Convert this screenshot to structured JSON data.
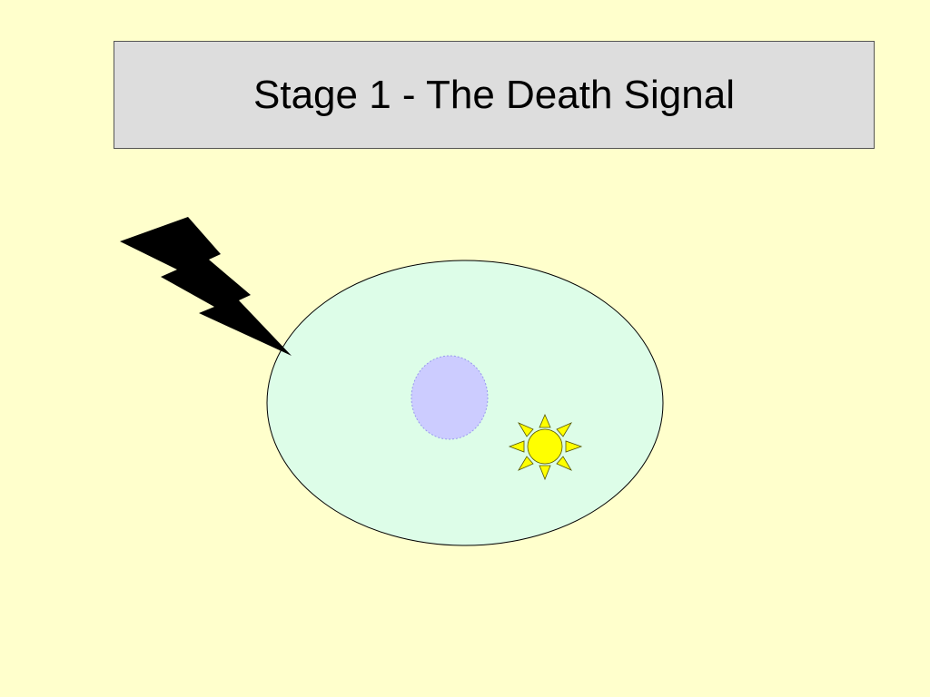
{
  "slide": {
    "title": "Stage 1 - The Death Signal"
  },
  "colors": {
    "background": "#ffffcc",
    "title_fill": "#dddddd",
    "title_border": "#555555",
    "cell_fill": "#ddfde8",
    "nucleus_fill": "#ccccff",
    "sun_fill": "#ffff00",
    "lightning_fill": "#000000"
  },
  "diagram": {
    "elements": [
      "lightning-bolt-icon",
      "cell",
      "nucleus",
      "sun-icon"
    ]
  }
}
